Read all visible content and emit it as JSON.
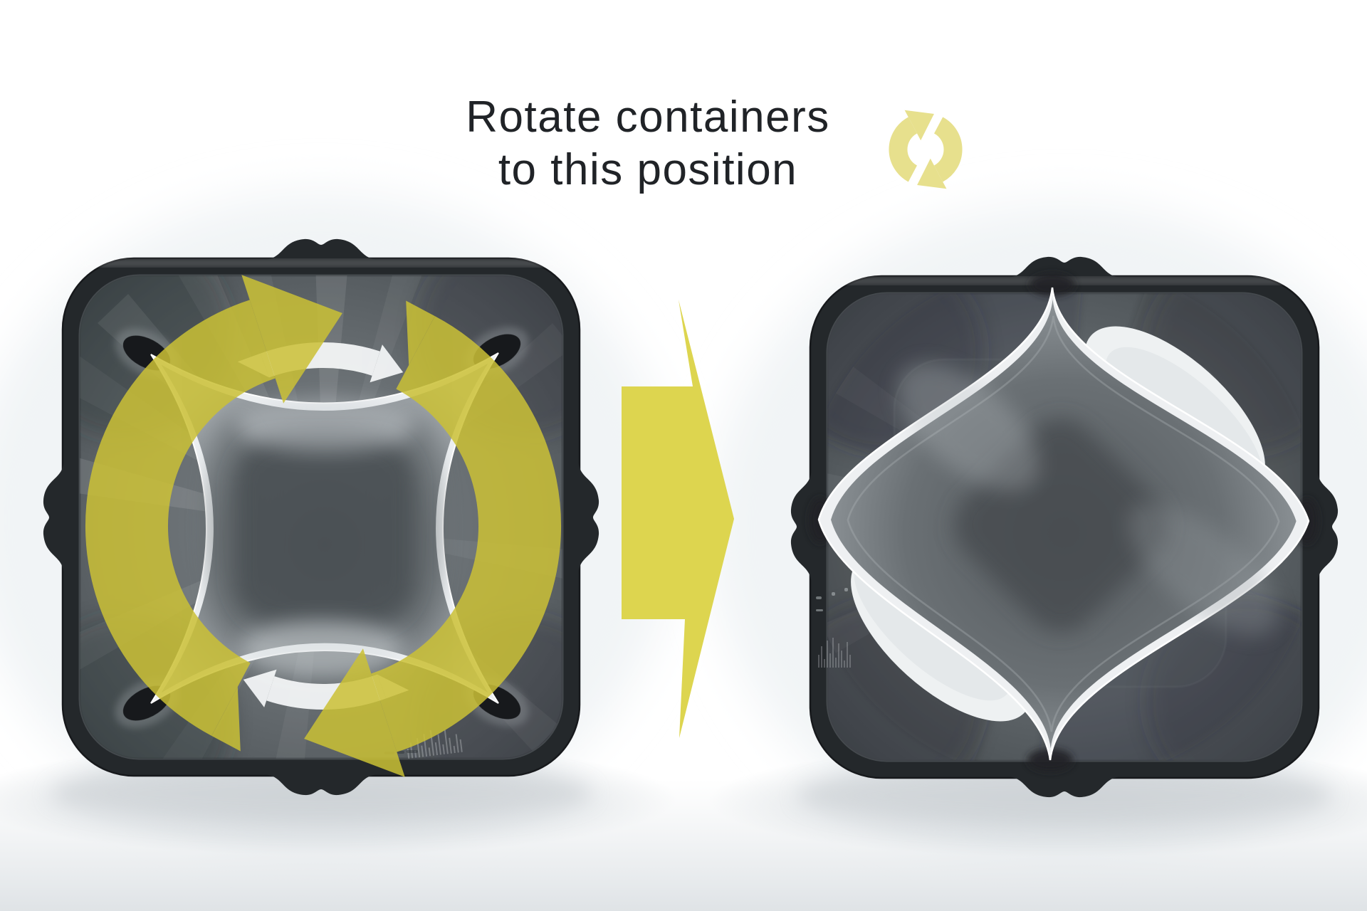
{
  "title": {
    "line1": "Rotate containers",
    "line2": "to this position"
  },
  "icons": {
    "rotate_cycle_icon": "two curved arrows forming a clockwise circle",
    "rotation_overlay_icon": "large circular rotation arrows over left container",
    "transform_arrow_icon": "right-pointing step arrow between before and after views"
  },
  "colors": {
    "background": "#ffffff",
    "accent_yellow": "#ddd54f",
    "overlay_yellow": "#cbc136",
    "icon_pale_yellow": "#e7e08d",
    "title_text": "#202327",
    "container_rim": "#2b2f32",
    "container_face_light": "#7d8488",
    "container_face_dark": "#3a3f43",
    "insert_white": "#eef0f2"
  }
}
